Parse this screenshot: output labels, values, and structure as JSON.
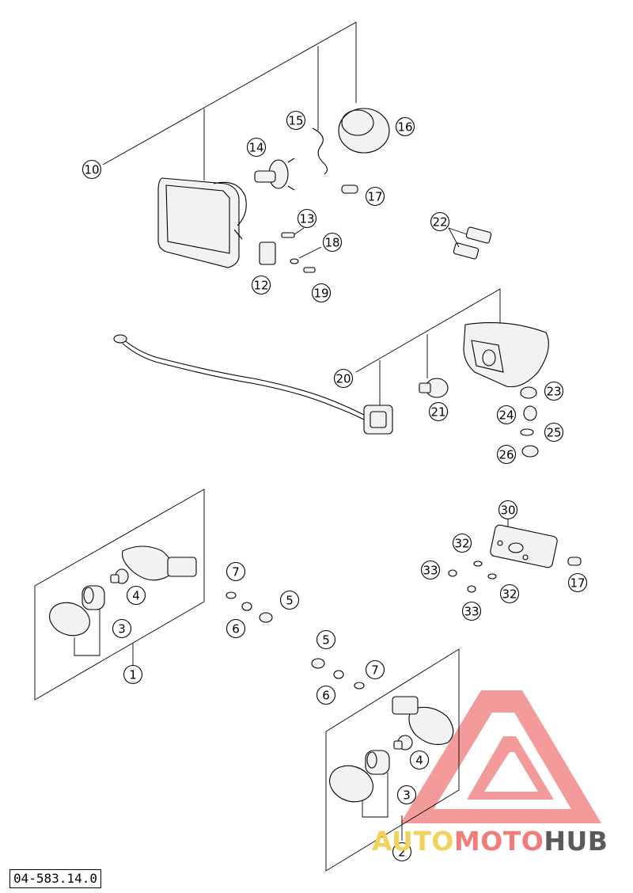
{
  "diagram": {
    "reference_code": "04-583.14.0",
    "callouts": [
      {
        "label": "1"
      },
      {
        "label": "2"
      },
      {
        "label": "3"
      },
      {
        "label": "3"
      },
      {
        "label": "4"
      },
      {
        "label": "4"
      },
      {
        "label": "5"
      },
      {
        "label": "5"
      },
      {
        "label": "6"
      },
      {
        "label": "6"
      },
      {
        "label": "7"
      },
      {
        "label": "7"
      },
      {
        "label": "10"
      },
      {
        "label": "12"
      },
      {
        "label": "13"
      },
      {
        "label": "14"
      },
      {
        "label": "15"
      },
      {
        "label": "16"
      },
      {
        "label": "17"
      },
      {
        "label": "17"
      },
      {
        "label": "18"
      },
      {
        "label": "19"
      },
      {
        "label": "20"
      },
      {
        "label": "21"
      },
      {
        "label": "22"
      },
      {
        "label": "23"
      },
      {
        "label": "24"
      },
      {
        "label": "25"
      },
      {
        "label": "26"
      },
      {
        "label": "30"
      },
      {
        "label": "32"
      },
      {
        "label": "32"
      },
      {
        "label": "33"
      },
      {
        "label": "33"
      }
    ]
  },
  "watermark": {
    "part1": "AUTO",
    "part2": "MOTO",
    "part3": "HUB",
    "colors": {
      "auto": "#f2d25a",
      "moto": "#f07c7c",
      "hub": "#5a5a5a",
      "logo": "#f07c7c"
    }
  }
}
